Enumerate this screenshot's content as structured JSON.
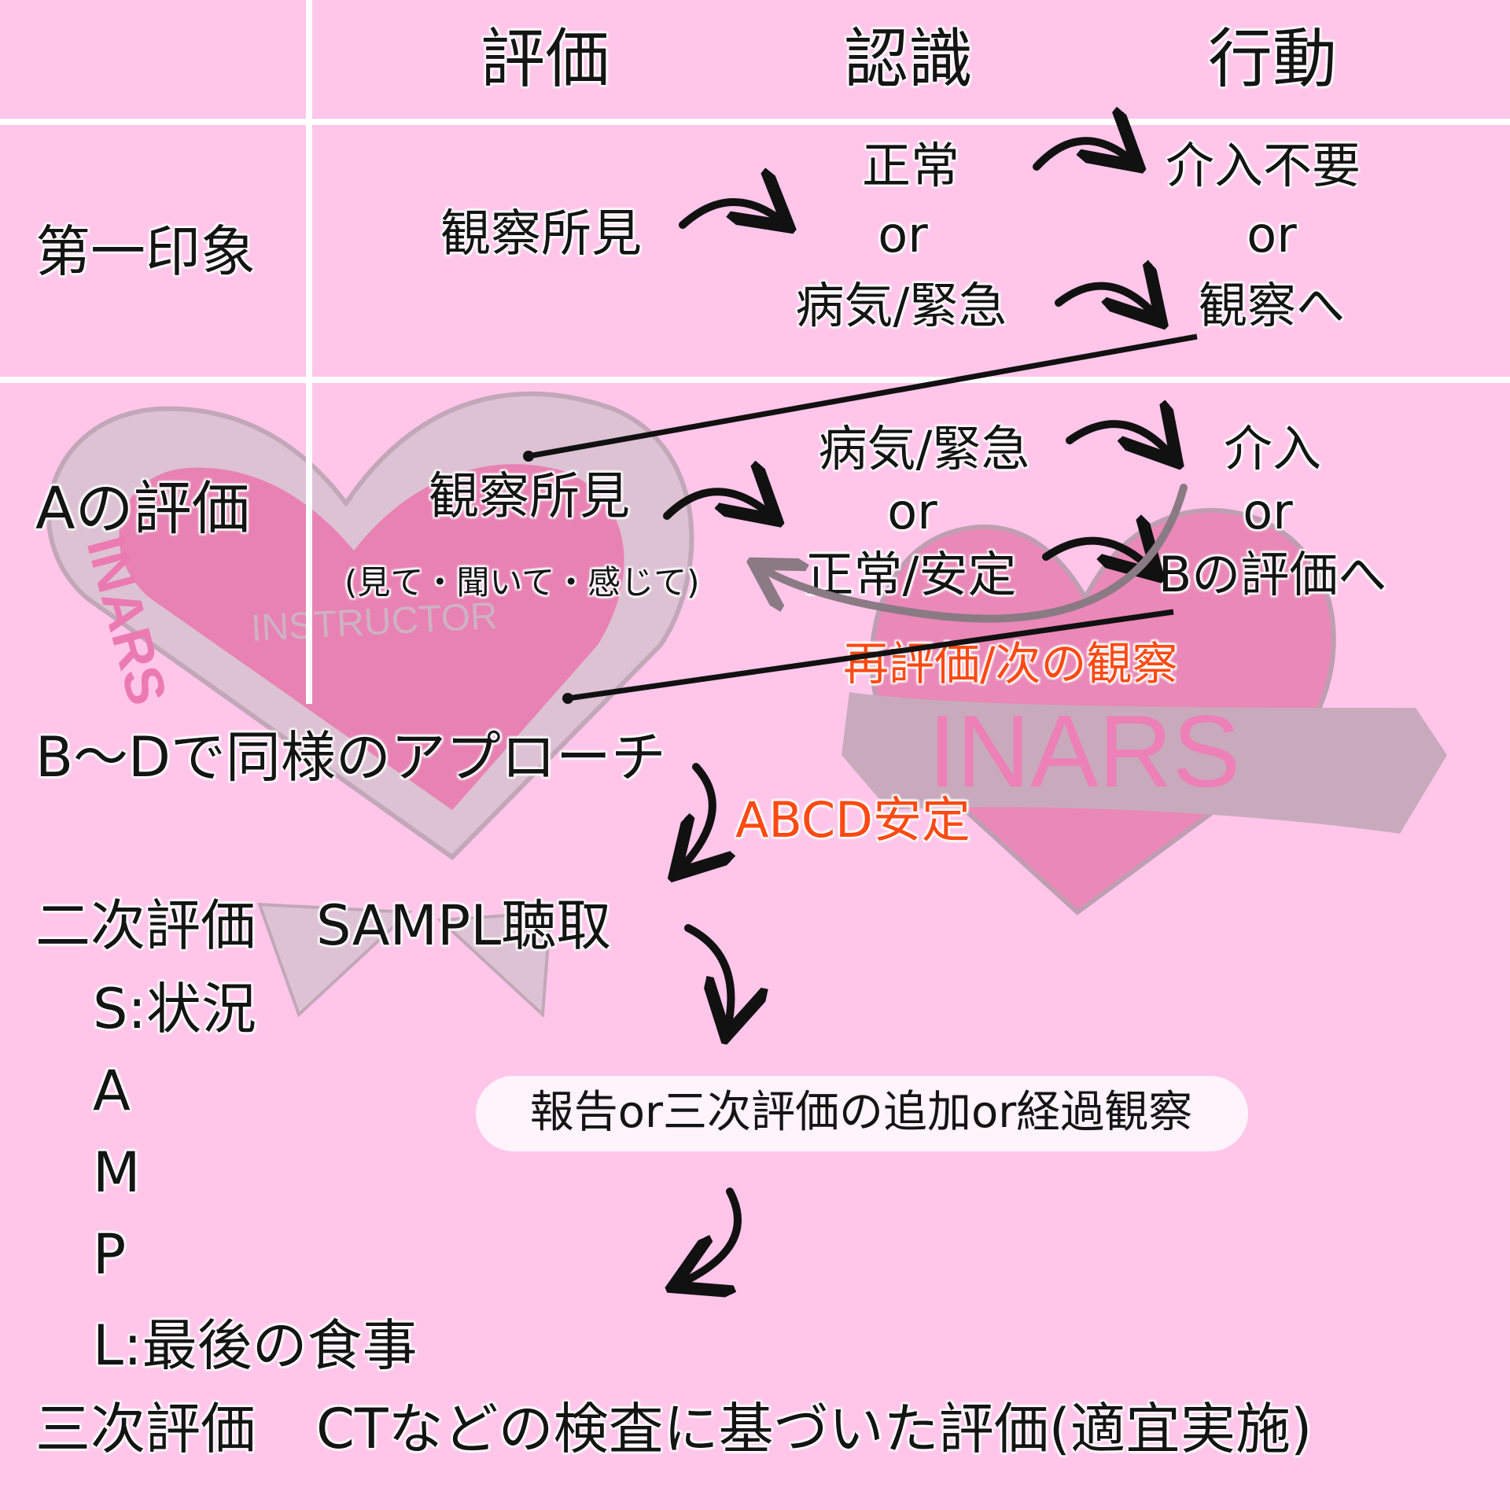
{
  "header": {
    "col1": "評価",
    "col2": "認識",
    "col3": "行動"
  },
  "first_impression": {
    "row_label": "第一印象",
    "assess": "観察所見",
    "recog_top": "正常",
    "recog_or": "or",
    "recog_bottom": "病気/緊急",
    "action_top": "介入不要",
    "action_or": "or",
    "action_bottom": "観察へ"
  },
  "a_eval": {
    "row_label": "Aの評価",
    "assess": "観察所見",
    "assess_note": "(見て・聞いて・感じて)",
    "recog_top": "病気/緊急",
    "recog_or": "or",
    "recog_bottom": "正常/安定",
    "action_top": "介入",
    "action_or": "or",
    "action_bottom": "Bの評価へ",
    "reeval": "再評価/次の観察"
  },
  "bd": {
    "text": "B〜Dで同様のアプローチ",
    "stable": "ABCD安定"
  },
  "secondary": {
    "label": "二次評価",
    "sampl": "SAMPL聴取",
    "items": [
      "S:状況",
      "A",
      "M",
      "P",
      "L:最後の食事"
    ],
    "result": "報告or三次評価の追加or経過観察"
  },
  "tertiary": {
    "label": "三次評価",
    "text": "CTなどの検査に基づいた評価(適宜実施)"
  },
  "badges": {
    "left_text": "INSTRUCTOR",
    "left_ribbon": "INARS",
    "right_text": "INARS"
  },
  "colors": {
    "background": "#ffc6ea",
    "accent": "#ff4a14",
    "heart": "#e0488d",
    "grid": "#ffffff"
  }
}
